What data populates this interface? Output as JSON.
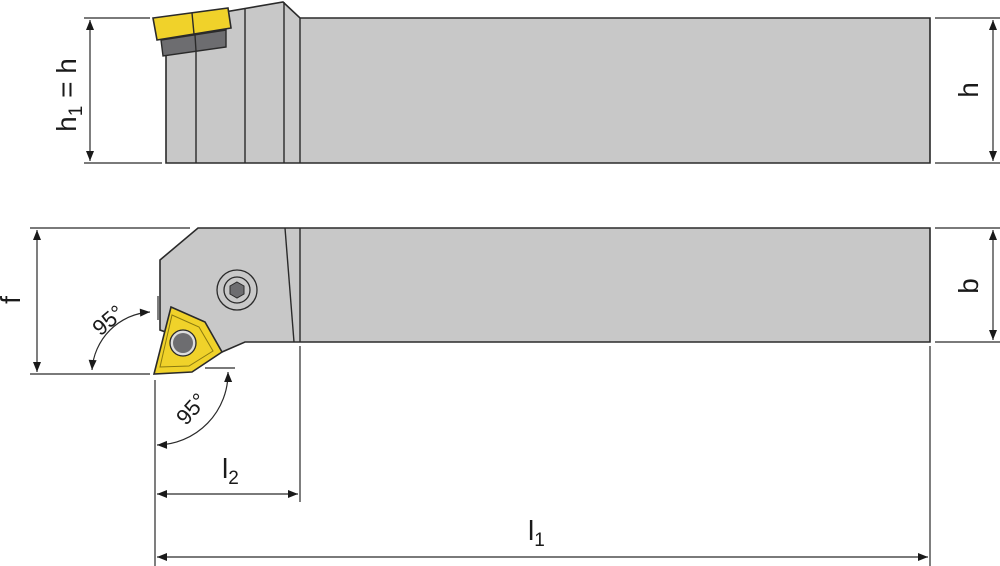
{
  "colors": {
    "body": "#c8c8c8",
    "insert": "#f0d22a",
    "shim": "#6d6d70",
    "line": "#2a2a2a"
  },
  "labels": {
    "h1_main": "h",
    "h1_sub": "1",
    "h1_eq": " = h",
    "h_right": "h",
    "b": "b",
    "f": "f",
    "angle_side": "95°",
    "angle_end": "95°",
    "l2_main": "l",
    "l2_sub": "2",
    "l1_main": "l",
    "l1_sub": "1"
  }
}
